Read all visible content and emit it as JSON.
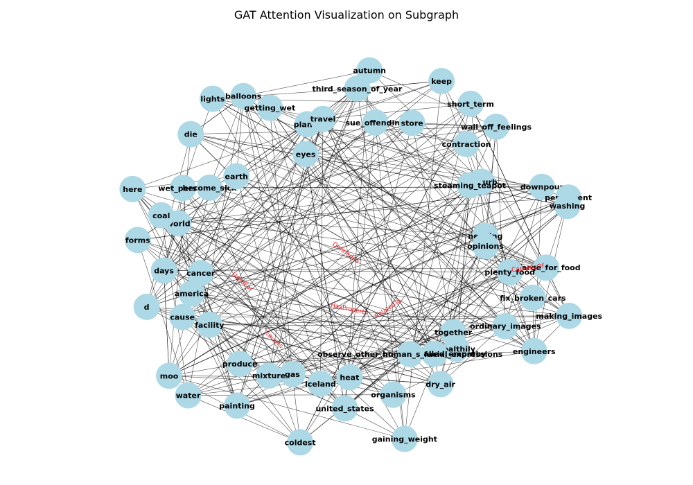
{
  "title": "GAT Attention Visualization on Subgraph",
  "colors": {
    "node": "#add8e6",
    "edge": "#000000",
    "edge_label": "#e8141a",
    "background": "#ffffff"
  },
  "nodes": [
    "charge_for_food",
    "plenty_food",
    "fix_broken_cars",
    "making_images",
    "ordinary_images",
    "engineers",
    "together",
    "healthily",
    "on_face_called_empathy",
    "dry_air",
    "observe_other_human_s_facial_expressions",
    "gaining_weight",
    "organisms",
    "heat",
    "united_states",
    "iceland",
    "coldest",
    "gas",
    "mixture",
    "painting",
    "produce",
    "water",
    "moo",
    "facility",
    "cause",
    "d",
    "america",
    "cancer",
    "days",
    "forms",
    "world",
    "coal",
    "here",
    "wet_person",
    "become_sick",
    "earth",
    "die",
    "lights",
    "balloons",
    "getting_wet",
    "eyes",
    "planet",
    "travel",
    "third_season_of_year",
    "autumn",
    "sue_offending",
    "store",
    "keep",
    "short_term",
    "contraction",
    "wall_off_feelings",
    "disturb",
    "steaming_teapot",
    "downpour",
    "permanent",
    "washing",
    "needing",
    "opinions"
  ],
  "edge_labels": [
    "RelatedTo",
    "CapableOf",
    "UsedFor",
    "DefinedAs",
    "Causes",
    "HasProperty"
  ]
}
